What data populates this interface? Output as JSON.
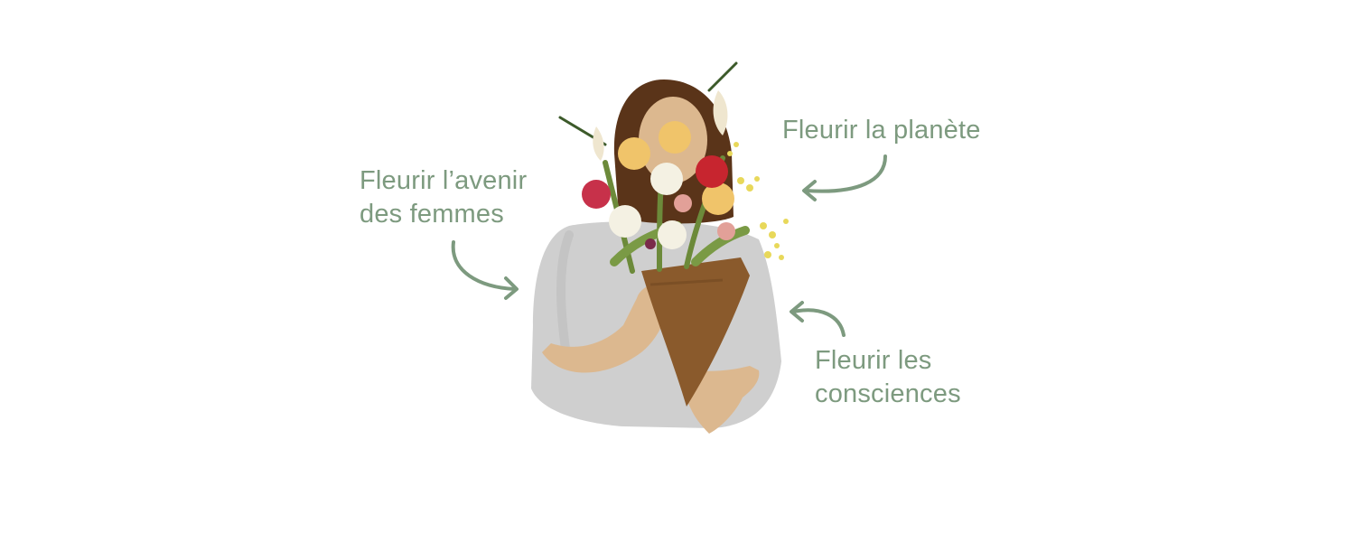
{
  "captions": {
    "avenir": {
      "line1": "Fleurir l’avenir",
      "line2": "des femmes"
    },
    "planete": {
      "line1": "Fleurir la planète"
    },
    "consciences": {
      "line1": "Fleurir les",
      "line2": "consciences"
    }
  },
  "colors": {
    "caption_text": "#7d9a7f",
    "arrow": "#7d9a7f",
    "shirt": "#cfcfcf",
    "skin": "#dcb88f",
    "hair": "#5a3419",
    "paper_cone": "#8a5a2c"
  },
  "illustration": {
    "icon": "woman-holding-flower-bouquet-illustration"
  }
}
